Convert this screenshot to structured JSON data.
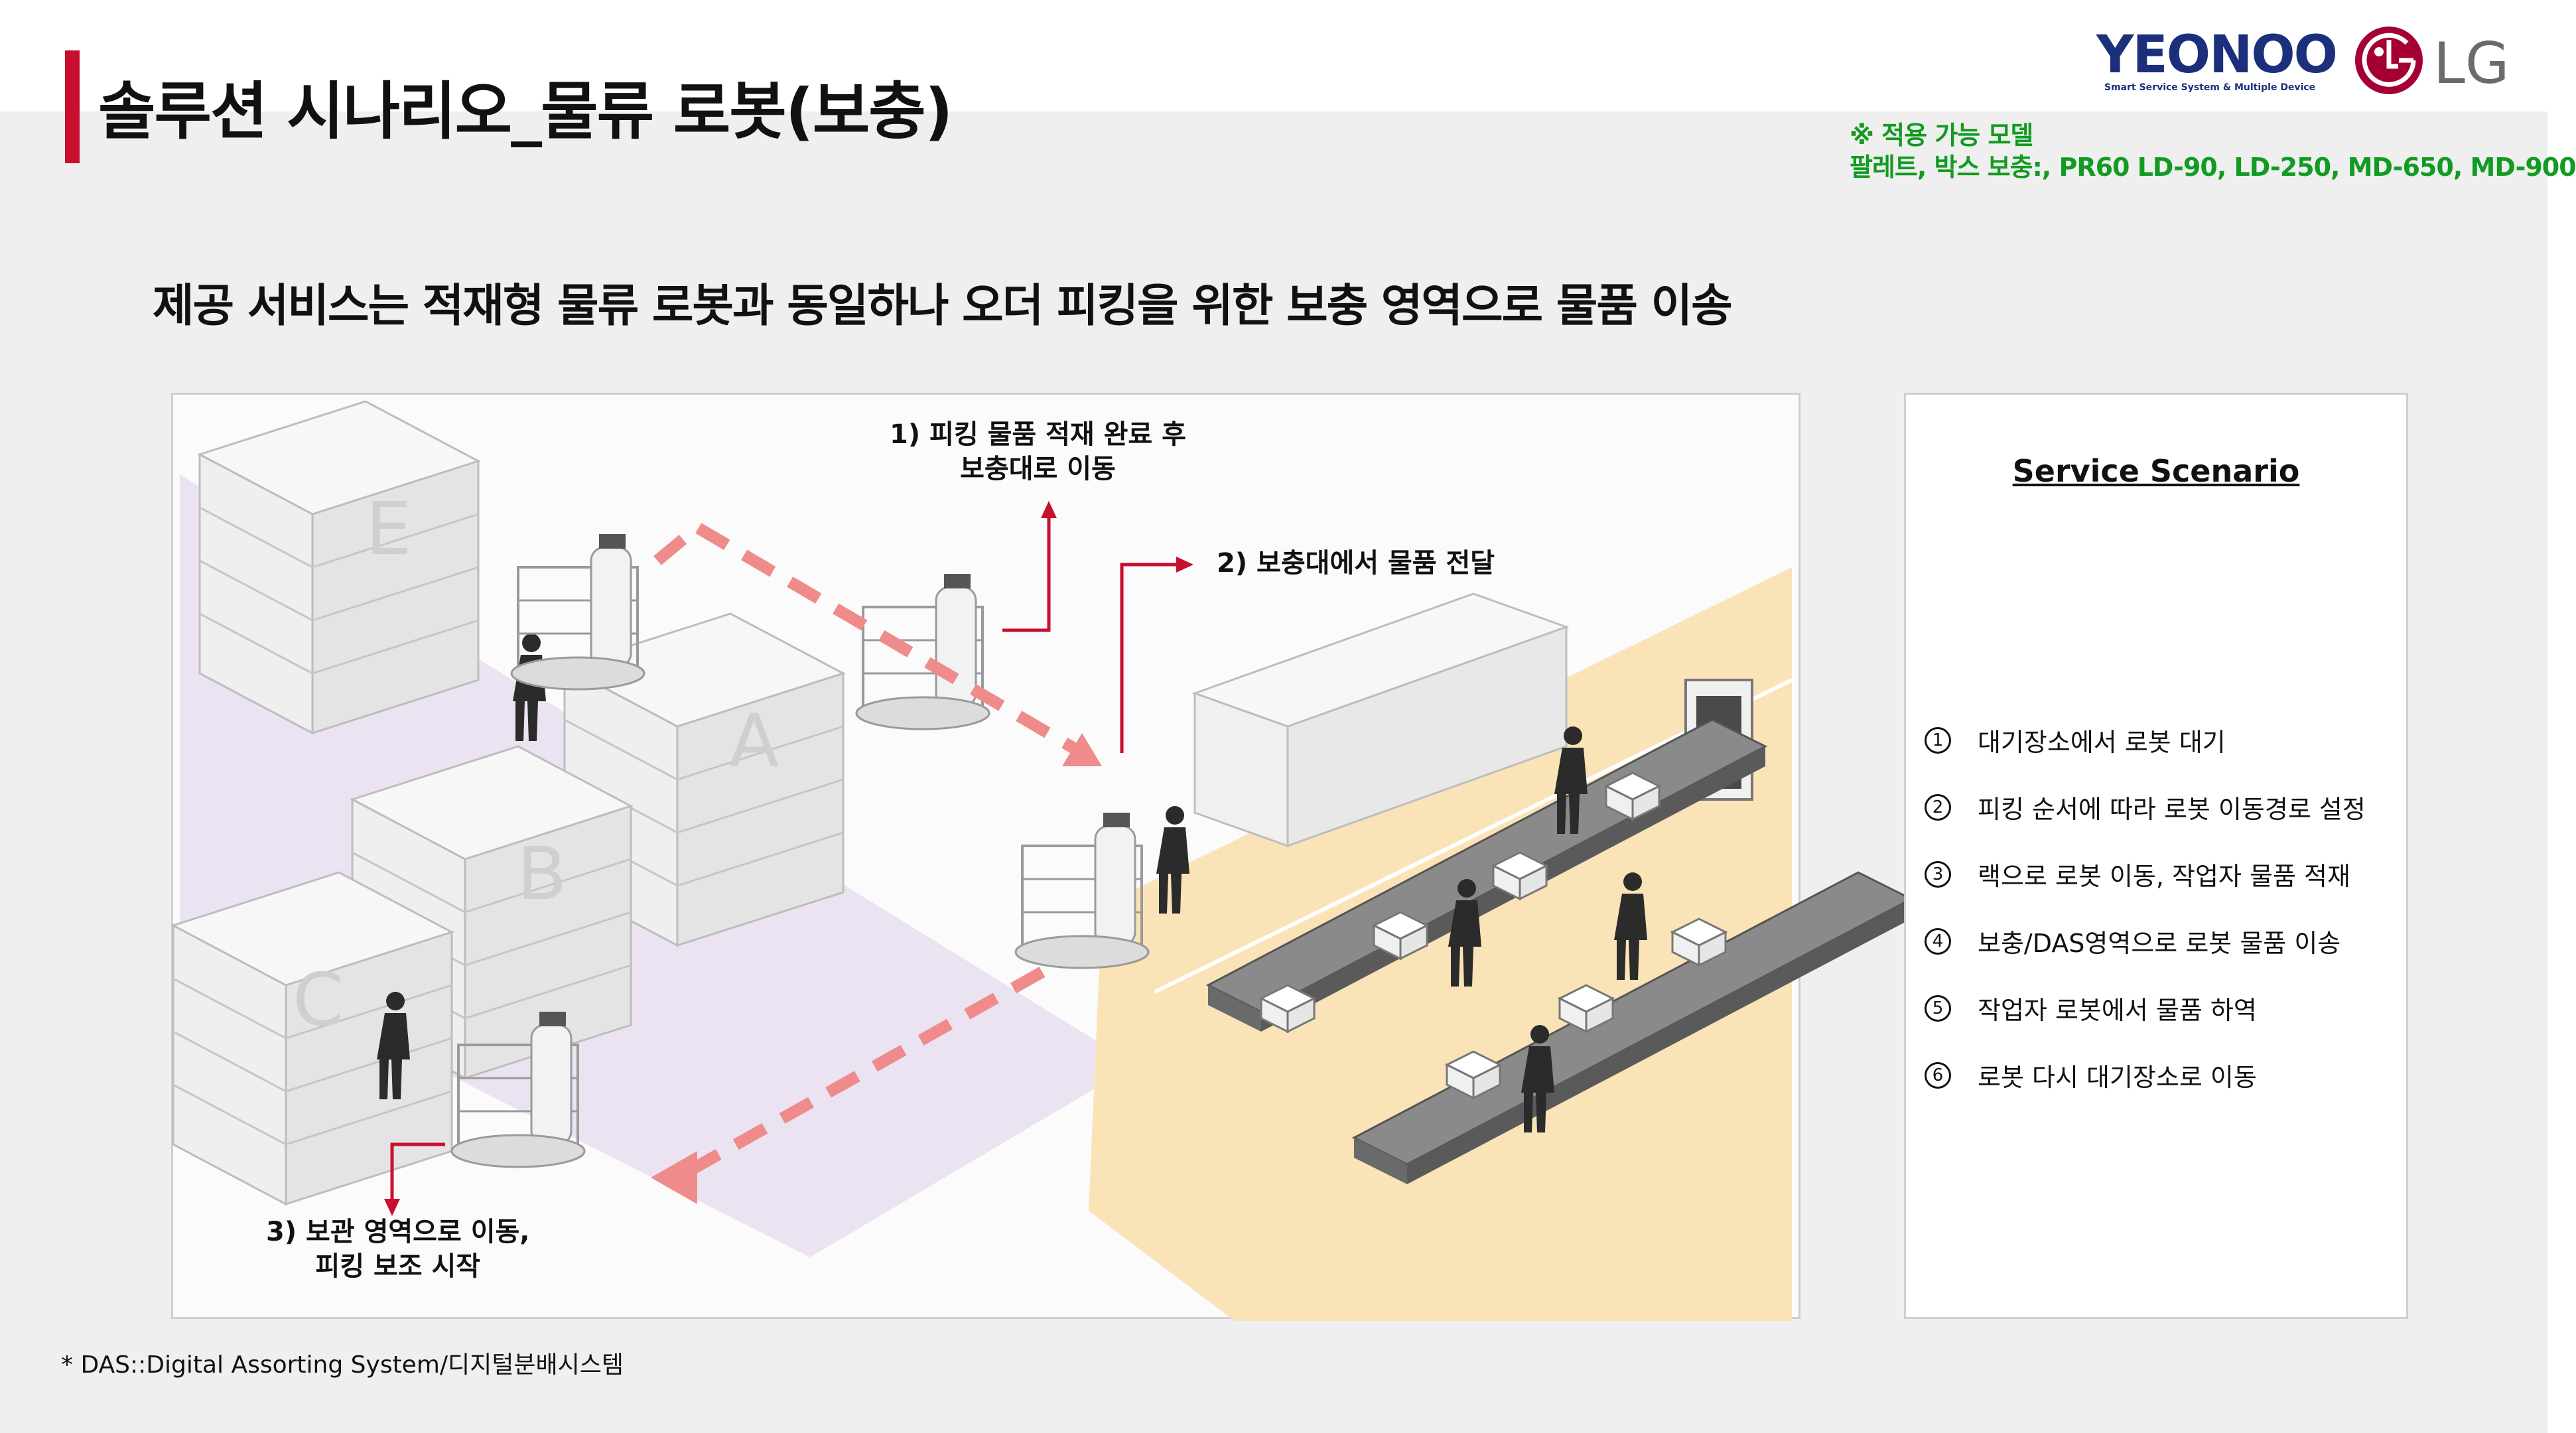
{
  "slide": {
    "title": "솔루션 시나리오_물류 로봇(보충)",
    "subtitle": "제공 서비스는 적재형 물류 로봇과 동일하나 오더 피킹을 위한 보충 영역으로 물품 이송",
    "footnote": "* DAS::Digital Assorting System/디지털분배시스템"
  },
  "logos": {
    "yeonoo_text": "YEONOO",
    "yeonoo_tagline": "Smart Service System & Multiple Device",
    "lg_text": "LG"
  },
  "models": {
    "line1": "※ 적용 가능 모델",
    "line2": "팔레트, 박스 보충:, PR60 LD-90, LD-250, MD-650, MD-900"
  },
  "illustration": {
    "rack_labels": [
      "E",
      "A",
      "B",
      "C"
    ],
    "callout1": {
      "line1": "1) 피킹 물품 적재 완료 후",
      "line2": "보충대로 이동"
    },
    "callout2": "2) 보충대에서 물품 전달",
    "callout3": {
      "line1": "3) 보관 영역으로 이동,",
      "line2": "피킹 보조 시작"
    }
  },
  "scenario": {
    "title": "Service Scenario",
    "steps": [
      {
        "num": "1",
        "text": "대기장소에서 로봇 대기"
      },
      {
        "num": "2",
        "text": "피킹 순서에 따라 로봇 이동경로 설정"
      },
      {
        "num": "3",
        "text": "랙으로 로봇 이동, 작업자 물품 적재"
      },
      {
        "num": "4",
        "text": "보충/DAS영역으로 로봇 물품 이송"
      },
      {
        "num": "5",
        "text": "작업자 로봇에서 물품 하역"
      },
      {
        "num": "6",
        "text": "로봇 다시 대기장소로 이동"
      }
    ]
  },
  "colors": {
    "accent": "#c8102e",
    "models_text": "#129b22",
    "storage_zone": "#ebe3f1",
    "replenish_zone": "#fbe3b8",
    "path_arrow": "#ef8b8b",
    "yeonoo_blue": "#1b2f7d",
    "lg_red": "#a50034"
  }
}
